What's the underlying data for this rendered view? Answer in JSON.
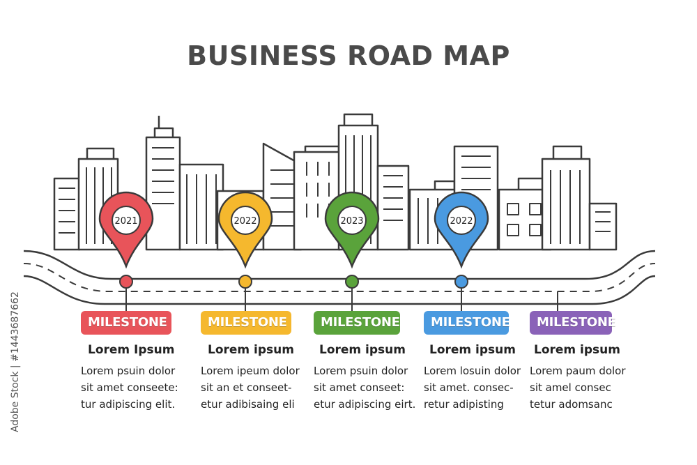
{
  "title": "BUSINESS ROAD MAP",
  "watermark": "Adobe Stock | #1443687662",
  "colors": {
    "outline": "#3a3a3a",
    "red": "#e8545a",
    "yellow": "#f5b82e",
    "green": "#5aa33b",
    "blue": "#4a9ae0",
    "purple": "#8a62b8"
  },
  "milestones": [
    {
      "year": "2021",
      "color": "#e8545a",
      "badge": "MILESTONE",
      "title": "Lorem Ipsum",
      "desc": "Lorem  psuin dolor\nsit amet  conseete:\ntur adipiscing elit."
    },
    {
      "year": "2022",
      "color": "#f5b82e",
      "badge": "MILESTONE",
      "title": "Lorem ipsum",
      "desc": "Lorem ipeum dolor\nsit an et  conseet-\netur adibisaing eli"
    },
    {
      "year": "2023",
      "color": "#5aa33b",
      "badge": "MILESTONE",
      "title": "Lorem ipsum",
      "desc": "Lorem  psuin dolor\nsit amet  conseet:\netur adipiscing eirt."
    },
    {
      "year": "2022",
      "color": "#4a9ae0",
      "badge": "MILESTONE",
      "title": "Lorem ipsum",
      "desc": "Lorem losuin dolor\nsit amet. consec-\nretur adipisting"
    },
    {
      "year": "",
      "color": "#8a62b8",
      "badge": "MILESTONE",
      "title": "Lorem ipsum",
      "desc": "Lorem paum dolor\nsit amel  consec\ntetur adomsanc"
    }
  ]
}
